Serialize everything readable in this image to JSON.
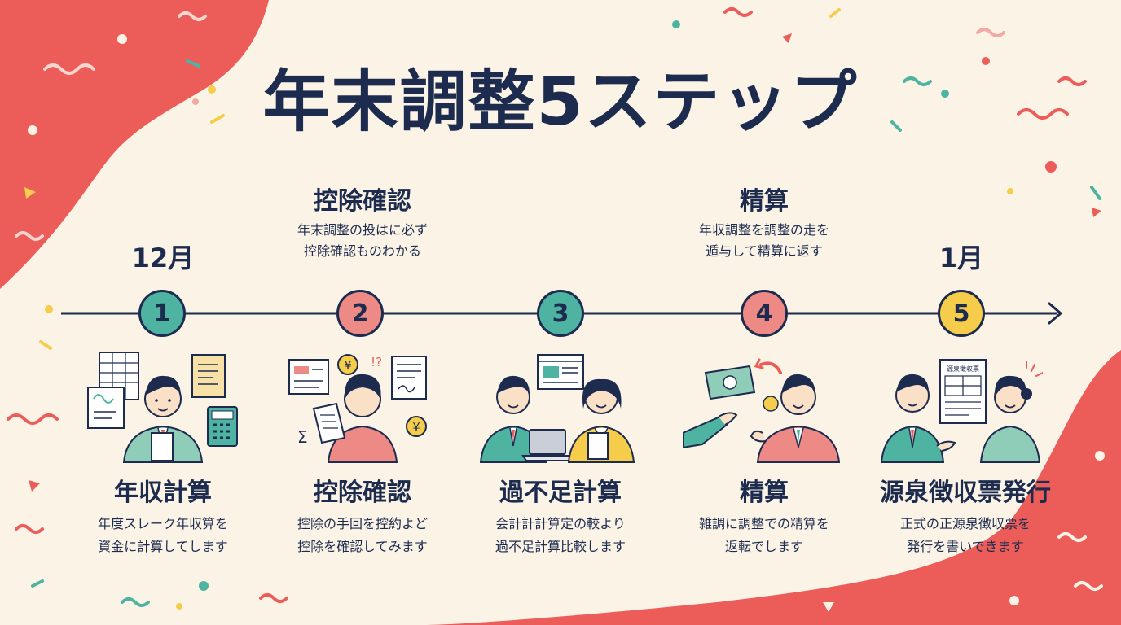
{
  "title": "年末調整5ステップ",
  "months": [
    {
      "label": "12月"
    },
    {
      "label": "1月"
    }
  ],
  "top_notes": [
    {
      "title": "控除確認",
      "line1": "年末調整の投はに必ず",
      "line2": "控除確認ものわかる"
    },
    {
      "title": "精算",
      "line1": "年収調整を調整の走を",
      "line2": "遁与して精算に返す"
    }
  ],
  "steps": [
    {
      "number": "1",
      "title": "年収計算",
      "line1": "年度スレーク年収算を",
      "line2": "資金に計算してします",
      "color": "#4fb3a1"
    },
    {
      "number": "2",
      "title": "控除確認",
      "line1": "控除の手回を控約よど",
      "line2": "控除を確認してみます",
      "color": "#ee8a86"
    },
    {
      "number": "3",
      "title": "過不足計算",
      "line1": "会計計計算定の較より",
      "line2": "過不足計算比較します",
      "color": "#4fb3a1"
    },
    {
      "number": "4",
      "title": "精算",
      "line1": "雑調に調整での精算を",
      "line2": "返転でします",
      "color": "#ee8a86"
    },
    {
      "number": "5",
      "title": "源泉徴収票発行",
      "line1": "正式の正源泉徴収票を",
      "line2": "発行を書いできます",
      "color": "#f5cd4b"
    }
  ],
  "doc_heading": "源泉徴収票",
  "colors": {
    "background": "#fbf4e6",
    "coral": "#ec5d5a",
    "navy": "#1d2b4f",
    "teal": "#4fb3a1",
    "pink": "#ee8a86",
    "yellow": "#f5cd4b"
  }
}
